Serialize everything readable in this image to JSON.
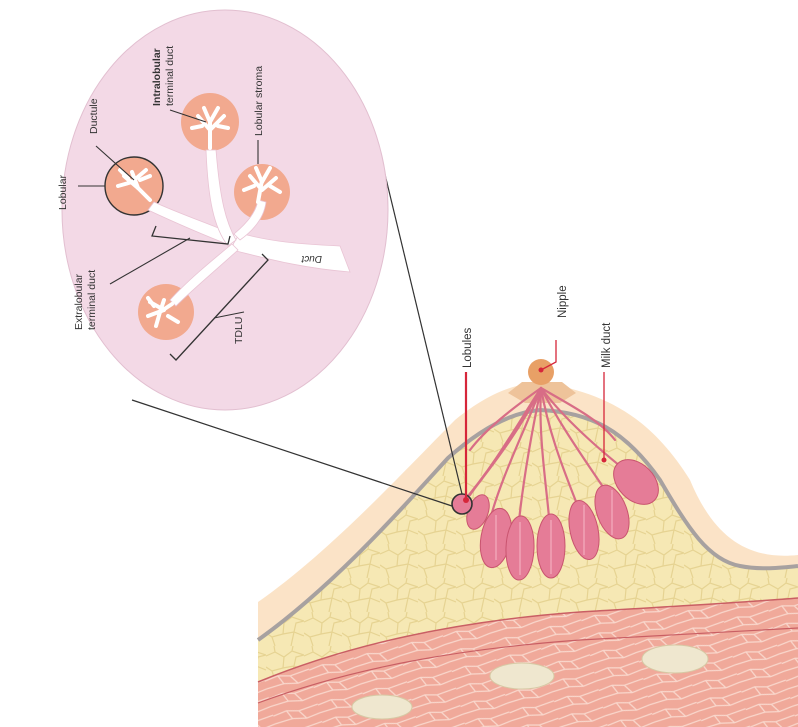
{
  "labels": {
    "ductule": "Ductule",
    "intralobular_bold": "Intralobular",
    "intralobular_line2": "terminal duct",
    "lobular_stroma": "Lobular stroma",
    "lobular": "Lobular",
    "extralobular_bold": "Extralobular",
    "extralobular_line2": "terminal duct",
    "duct": "Duct",
    "tdlu": "TDLU",
    "lobules": "Lobules",
    "nipple": "Nipple",
    "milk_duct": "Milk duct"
  },
  "colors": {
    "zoom_circle": "#f3d9e6",
    "lobule_halo": "#f2a98f",
    "duct_white": "#ffffff",
    "fat_tissue": "#f6e8b4",
    "skin": "#fbe3c7",
    "muscle": "#f0a99a",
    "lobule_pink": "#dc6d8a",
    "pointer_red": "#d6263a",
    "outline_gray": "#9a9595"
  }
}
